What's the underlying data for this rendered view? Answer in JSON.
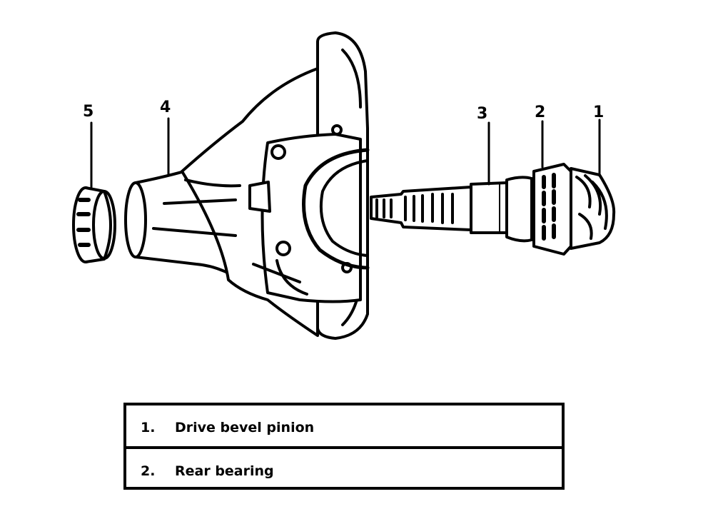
{
  "callouts": {
    "c1": "1",
    "c2": "2",
    "c3": "3",
    "c4": "4",
    "c5": "5"
  },
  "legend": {
    "rows": [
      {
        "num": "1.",
        "text": "Drive bevel pinion"
      },
      {
        "num": "2.",
        "text": "Rear bearing"
      }
    ]
  }
}
